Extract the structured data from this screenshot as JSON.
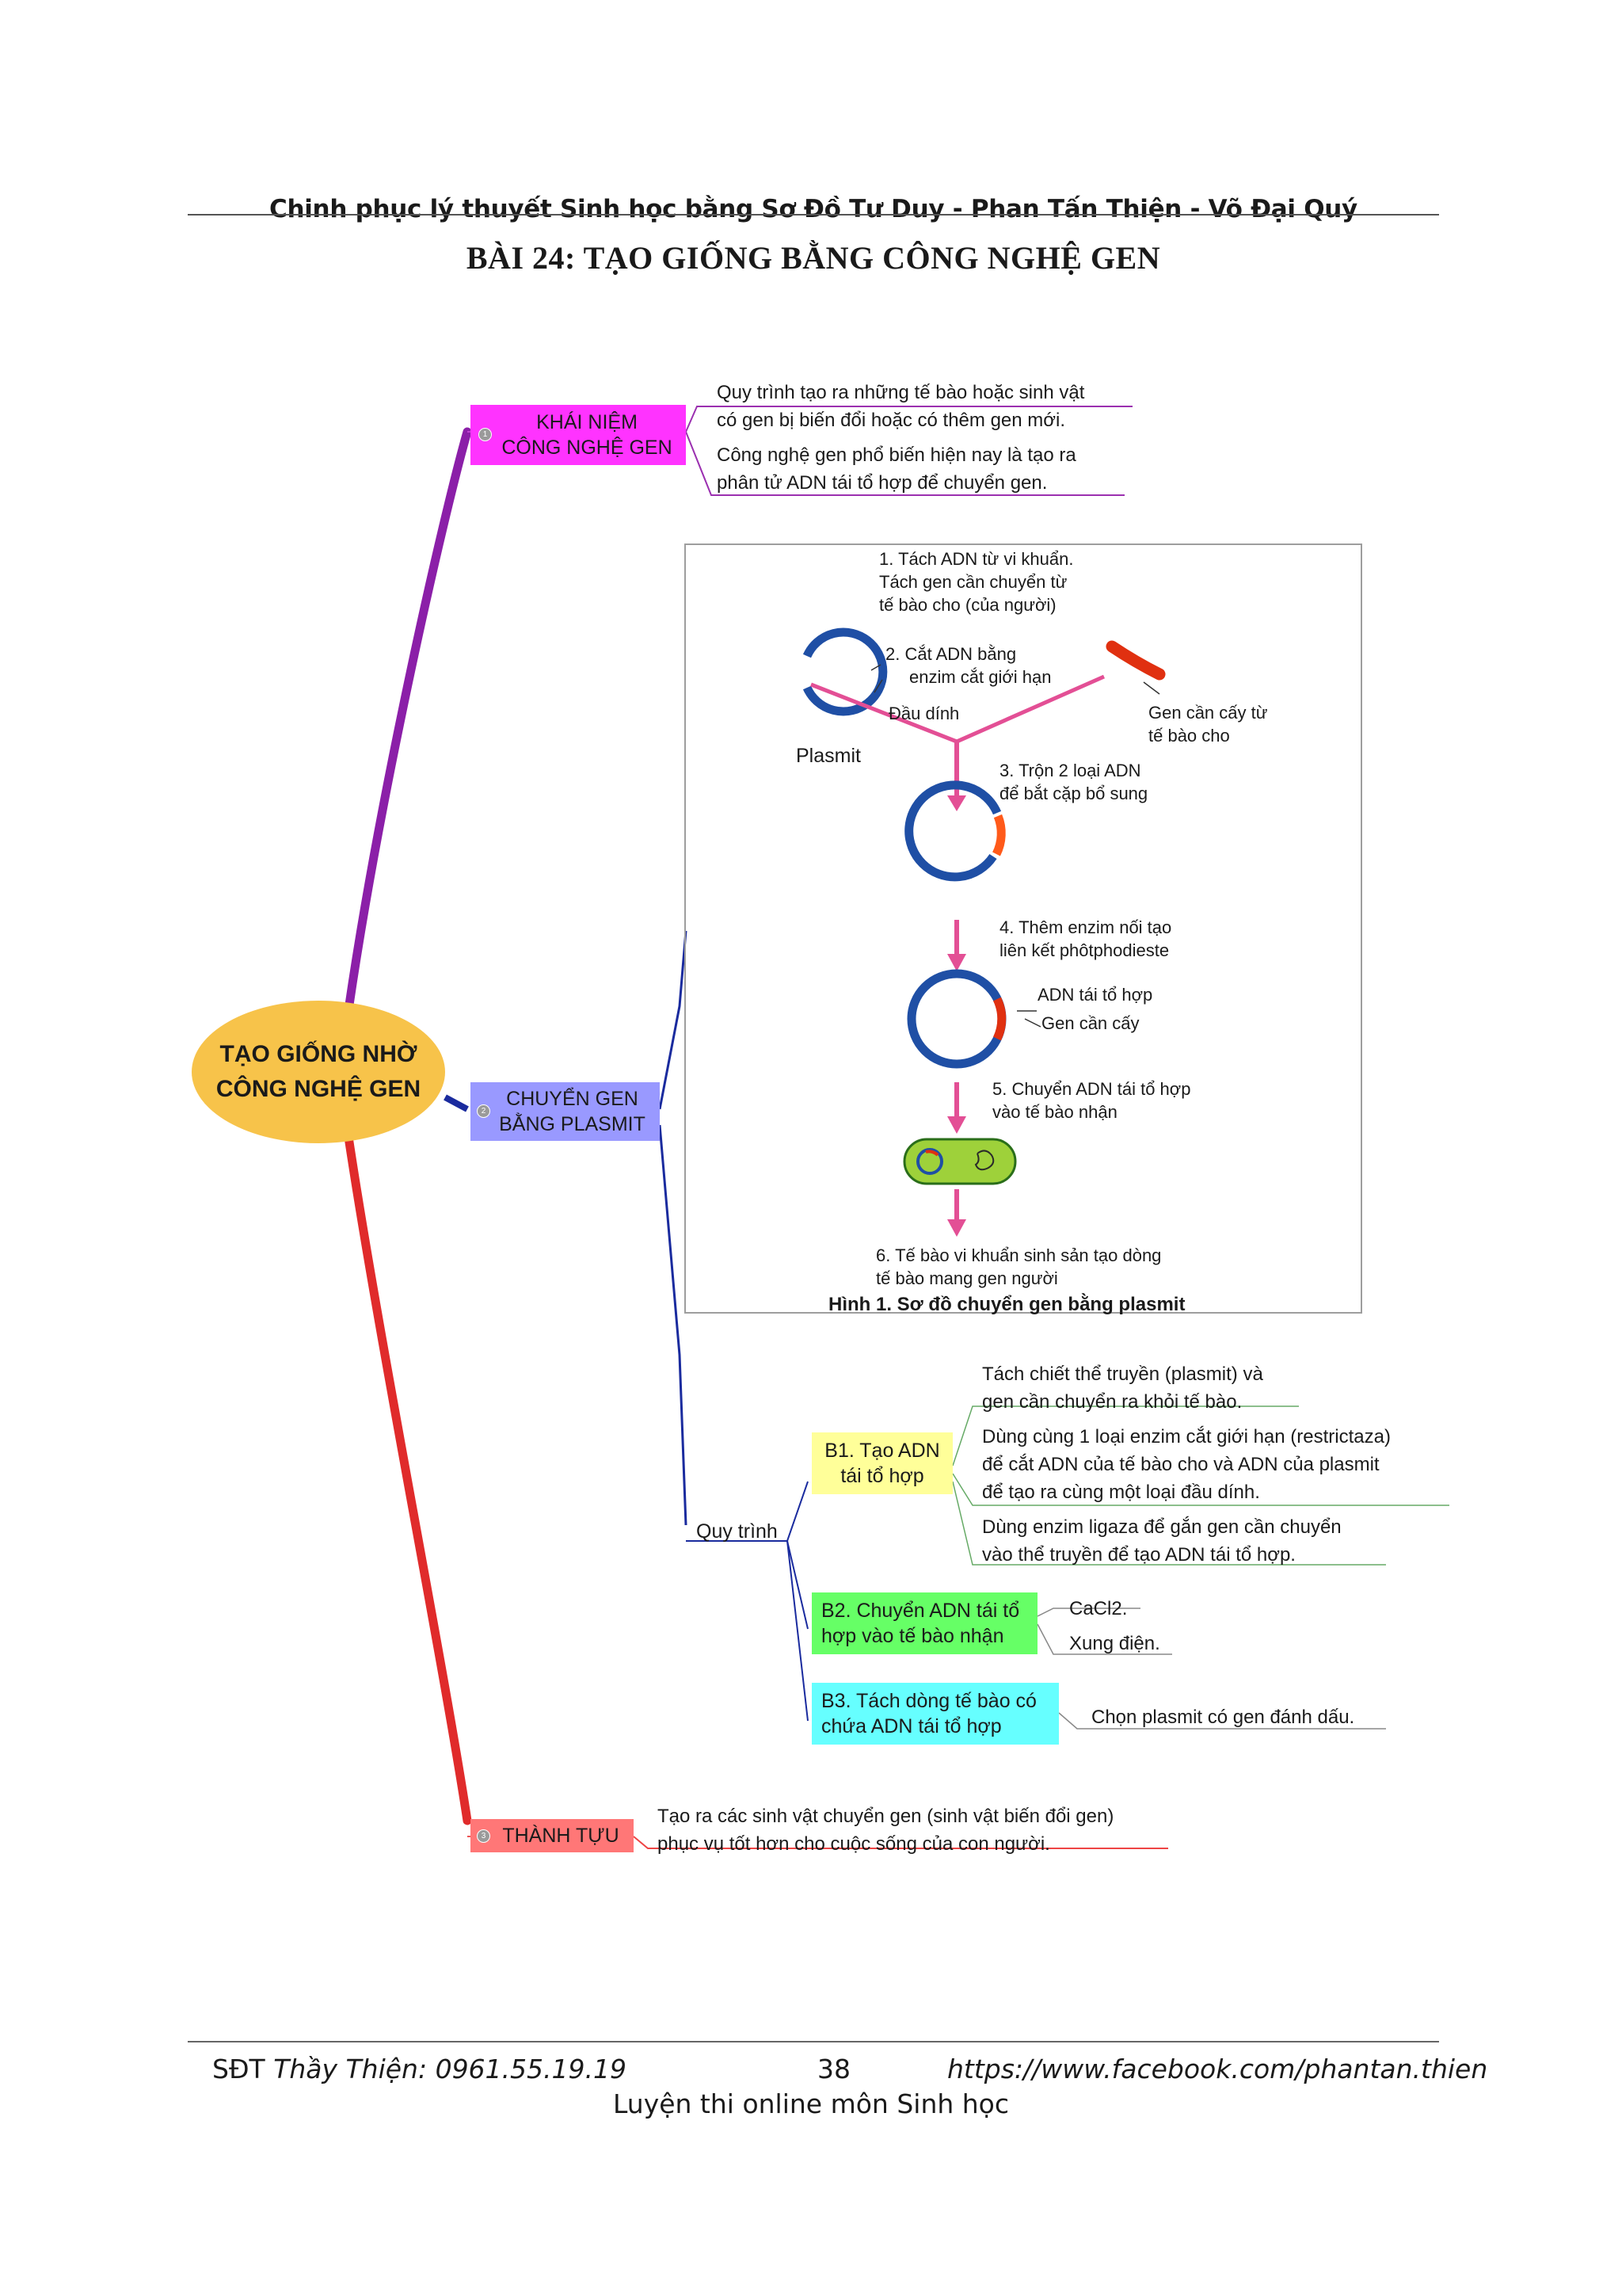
{
  "header": {
    "title": "Chinh phục lý thuyết Sinh học bằng Sơ Đồ Tư Duy - Phan Tấn Thiện - Võ Đại Quý"
  },
  "lesson_title": "BÀI 24: TẠO GIỐNG BẰNG CÔNG NGHỆ GEN",
  "mindmap": {
    "root": {
      "line1": "TẠO GIỐNG NHỜ",
      "line2": "CÔNG NGHỆ GEN"
    },
    "branch1": {
      "label_line1": "KHÁI NIỆM",
      "label_line2": "CÔNG NGHỆ GEN",
      "marker": "1",
      "color": "#ff33ff",
      "items": [
        {
          "line1": "Quy trình tạo ra những tế bào hoặc sinh vật",
          "line2": "có gen bị biến đổi hoặc có thêm gen mới."
        },
        {
          "line1": "Công nghệ gen phổ biến hiện nay là tạo ra",
          "line2": "phân tử ADN tái tổ hợp để chuyển gen."
        }
      ]
    },
    "branch2": {
      "label_line1": "CHUYỂN GEN",
      "label_line2": "BẰNG PLASMIT",
      "marker": "2",
      "color": "#9999ff",
      "process_label": "Quy trình",
      "steps": [
        {
          "label_line1": "B1. Tạo ADN",
          "label_line2": "tái tổ hợp",
          "color": "#ffff99",
          "items": [
            {
              "line1": "Tách chiết thể truyền (plasmit) và",
              "line2": "gen cần chuyển ra khỏi tế bào."
            },
            {
              "line1": "Dùng cùng 1 loại enzim cắt giới hạn (restrictaza)",
              "line2": "để cắt ADN của tế bào cho và ADN của plasmit",
              "line3": "để tạo ra cùng một loại đầu dính."
            },
            {
              "line1": "Dùng enzim ligaza để gắn gen cần chuyển",
              "line2": "vào thể truyền để tạo ADN tái tổ hợp."
            }
          ]
        },
        {
          "label_line1": "B2. Chuyển ADN tái tổ",
          "label_line2": "hợp vào tế bào nhận",
          "color": "#66ff66",
          "items": [
            {
              "line1": "CaCl2."
            },
            {
              "line1": "Xung điện."
            }
          ]
        },
        {
          "label_line1": "B3. Tách dòng tế bào có",
          "label_line2": "chứa ADN tái tổ hợp",
          "color": "#66ffff",
          "items": [
            {
              "line1": "Chọn plasmit có gen đánh dấu."
            }
          ]
        }
      ]
    },
    "branch3": {
      "label": "THÀNH TỰU",
      "marker": "3",
      "color": "#ff7777",
      "items": [
        {
          "line1": "Tạo ra các sinh vật chuyển gen (sinh vật biến đổi gen)",
          "line2": "phục vụ tốt hơn cho cuộc sống của con người."
        }
      ]
    }
  },
  "figure": {
    "step1": {
      "line1": "1. Tách ADN từ vi khuẩn.",
      "line2": "Tách gen cần chuyển từ",
      "line3": "tế bào cho (của người)"
    },
    "step2": {
      "line1": "2. Cắt ADN bằng",
      "line2": "enzim cắt giới hạn"
    },
    "sticky_end": "Đầu dính",
    "plasmid": "Plasmit",
    "donor_gene": {
      "line1": "Gen cần cấy từ",
      "line2": "tế bào cho"
    },
    "step3": {
      "line1": "3. Trộn 2 loại ADN",
      "line2": "để bắt cặp bổ  sung"
    },
    "step4": {
      "line1": "4. Thêm enzim nối tạo",
      "line2": "liên kết phôtphodieste"
    },
    "recombinant_dna": "ADN tái tổ hợp",
    "transgene": "Gen cần cấy",
    "step5": {
      "line1": "5. Chuyển ADN tái tổ hợp",
      "line2": "vào tế bào nhận"
    },
    "step6": {
      "line1": "6. Tế bào vi khuẩn sinh sản tạo dòng",
      "line2": "tế bào mang gen người"
    },
    "caption": "Hình 1. Sơ đồ chuyển gen bằng plasmit"
  },
  "footer": {
    "phone_label": "SĐT",
    "phone_rest": "Thầy Thiện: 0961.55.19.19",
    "page_number": "38",
    "url": "https://www.facebook.com/phantan.thien",
    "subtitle": "Luyện thi online môn Sinh học"
  }
}
